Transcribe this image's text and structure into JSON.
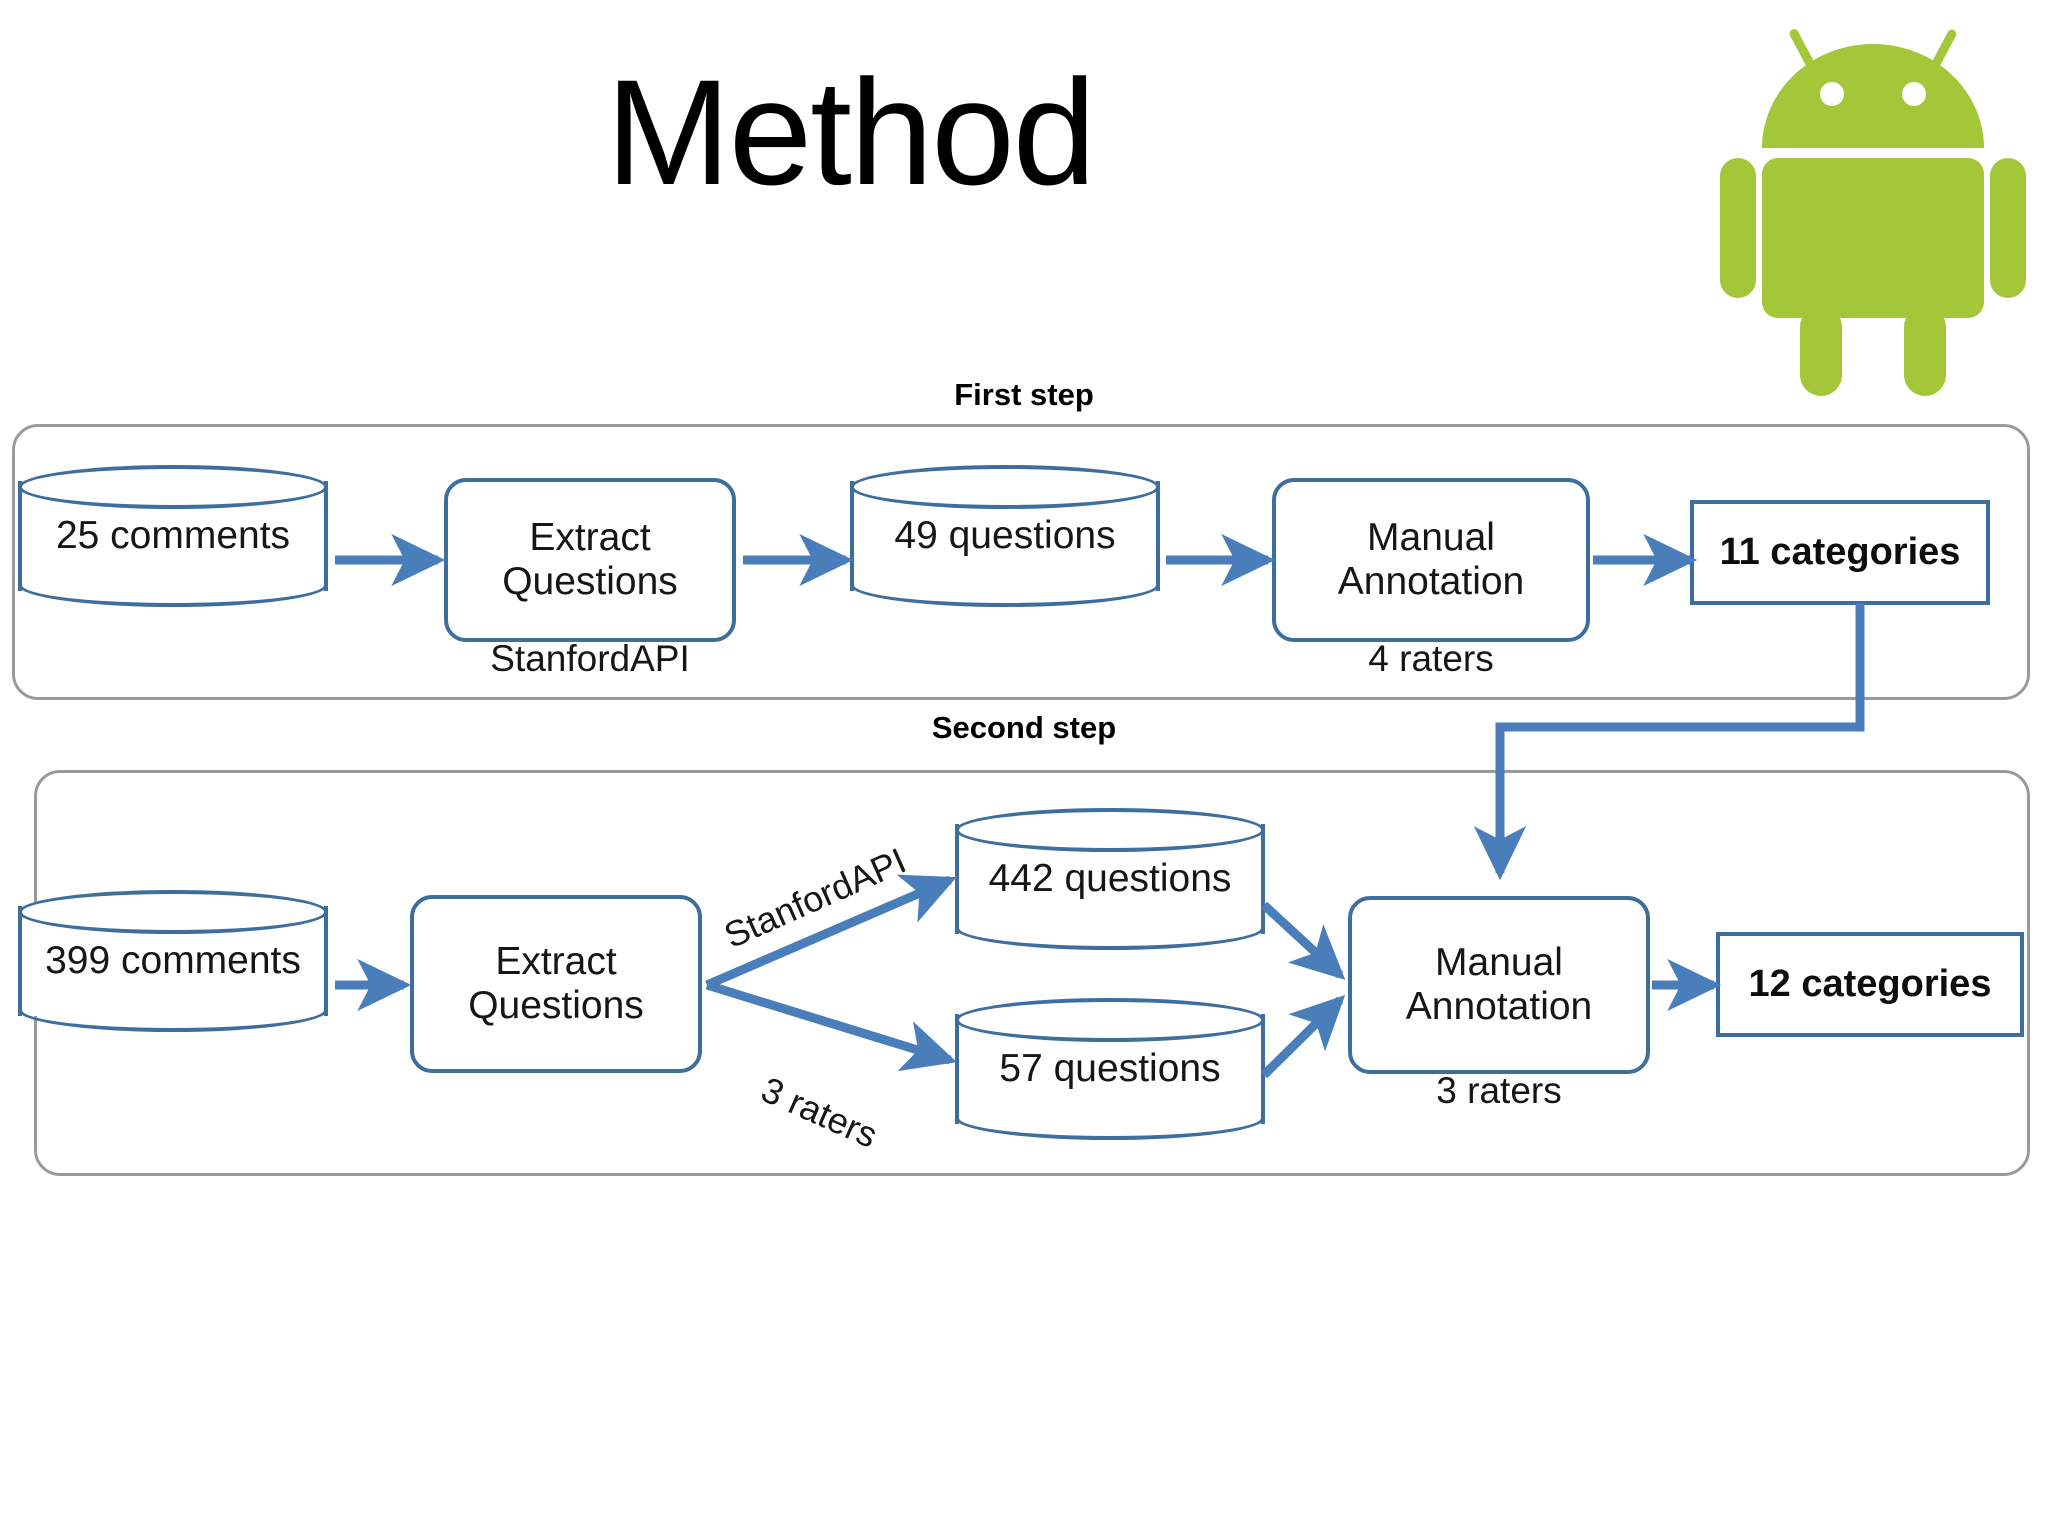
{
  "slide": {
    "title": "Method",
    "logo_icon": "android-robot-icon",
    "logo_color": "#A4C639"
  },
  "theme": {
    "shape_stroke": "#3d6e9e",
    "arrow_color": "#4a7ebb",
    "group_border": "#9a9a9a",
    "text_color": "#161616"
  },
  "diagram": {
    "type": "flowchart",
    "steps": [
      {
        "id": "first-step",
        "label": "First step",
        "nodes": [
          {
            "id": "n1",
            "shape": "cylinder",
            "label": "25 comments"
          },
          {
            "id": "n2",
            "shape": "process",
            "lines": [
              "Extract",
              "Questions"
            ],
            "caption": "StanfordAPI"
          },
          {
            "id": "n3",
            "shape": "cylinder",
            "label": "49 questions"
          },
          {
            "id": "n4",
            "shape": "process",
            "lines": [
              "Manual",
              "Annotation"
            ],
            "caption": "4 raters"
          },
          {
            "id": "n5",
            "shape": "result",
            "label": "11 categories"
          }
        ],
        "edges": [
          {
            "from": "n1",
            "to": "n2",
            "label": ""
          },
          {
            "from": "n2",
            "to": "n3",
            "label": ""
          },
          {
            "from": "n3",
            "to": "n4",
            "label": ""
          },
          {
            "from": "n4",
            "to": "n5",
            "label": ""
          }
        ]
      },
      {
        "id": "second-step",
        "label": "Second step",
        "nodes": [
          {
            "id": "m1",
            "shape": "cylinder",
            "label": "399 comments"
          },
          {
            "id": "m2",
            "shape": "process",
            "lines": [
              "Extract",
              "Questions"
            ],
            "caption": ""
          },
          {
            "id": "m3",
            "shape": "cylinder",
            "label": "442 questions"
          },
          {
            "id": "m4",
            "shape": "cylinder",
            "label": "57 questions"
          },
          {
            "id": "m5",
            "shape": "process",
            "lines": [
              "Manual",
              "Annotation"
            ],
            "caption": "3 raters"
          },
          {
            "id": "m6",
            "shape": "result",
            "label": "12 categories"
          }
        ],
        "edges": [
          {
            "from": "m1",
            "to": "m2",
            "label": ""
          },
          {
            "from": "m2",
            "to": "m3",
            "label": "StanfordAPI"
          },
          {
            "from": "m2",
            "to": "m4",
            "label": "3 raters"
          },
          {
            "from": "m3",
            "to": "m5",
            "label": ""
          },
          {
            "from": "m4",
            "to": "m5",
            "label": ""
          },
          {
            "from": "m5",
            "to": "m6",
            "label": ""
          }
        ]
      }
    ],
    "cross_step_edge": {
      "from": "n5",
      "to": "m5",
      "label": ""
    }
  }
}
